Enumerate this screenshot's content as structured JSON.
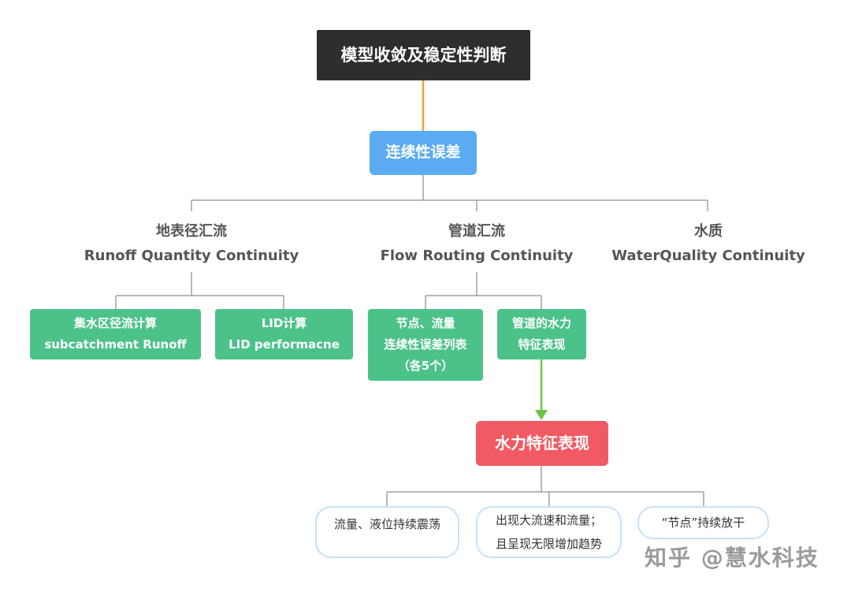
{
  "colors": {
    "root_bg": "#2e2e2e",
    "continuity_bg": "#5aabf2",
    "green_bg": "#4cc28a",
    "red_bg": "#f25a63",
    "leaf_border": "#c6e2f5",
    "connector_orange": "#f0a03c",
    "connector_green": "#6cc644",
    "connector_gray": "#a0a0a0"
  },
  "root": {
    "label": "模型收敛及稳定性判断"
  },
  "continuity": {
    "label": "连续性误差"
  },
  "branches": [
    {
      "zh": "地表径汇流",
      "en": "Runoff Quantity Continuity"
    },
    {
      "zh": "管道汇流",
      "en": "Flow Routing Continuity"
    },
    {
      "zh": "水质",
      "en": "WaterQuality Continuity"
    }
  ],
  "runoff_children": [
    {
      "line1": "集水区径流计算",
      "line2": "subcatchment Runoff"
    },
    {
      "line1": "LID计算",
      "line2": "LID performacne"
    }
  ],
  "routing_children": [
    {
      "line1": "节点、流量",
      "line2": "连续性误差列表",
      "line3": "（各5个）"
    },
    {
      "line1": "管道的水力",
      "line2": "特征表现"
    }
  ],
  "hydraulic": {
    "label": "水力特征表现"
  },
  "symptoms": [
    {
      "line1": "流量、液位持续震荡"
    },
    {
      "line1": "出现大流速和流量；",
      "line2": "且呈现无限增加趋势"
    },
    {
      "line1": "“节点”持续放干"
    }
  ],
  "watermark": {
    "text": "知乎 @慧水科技"
  }
}
